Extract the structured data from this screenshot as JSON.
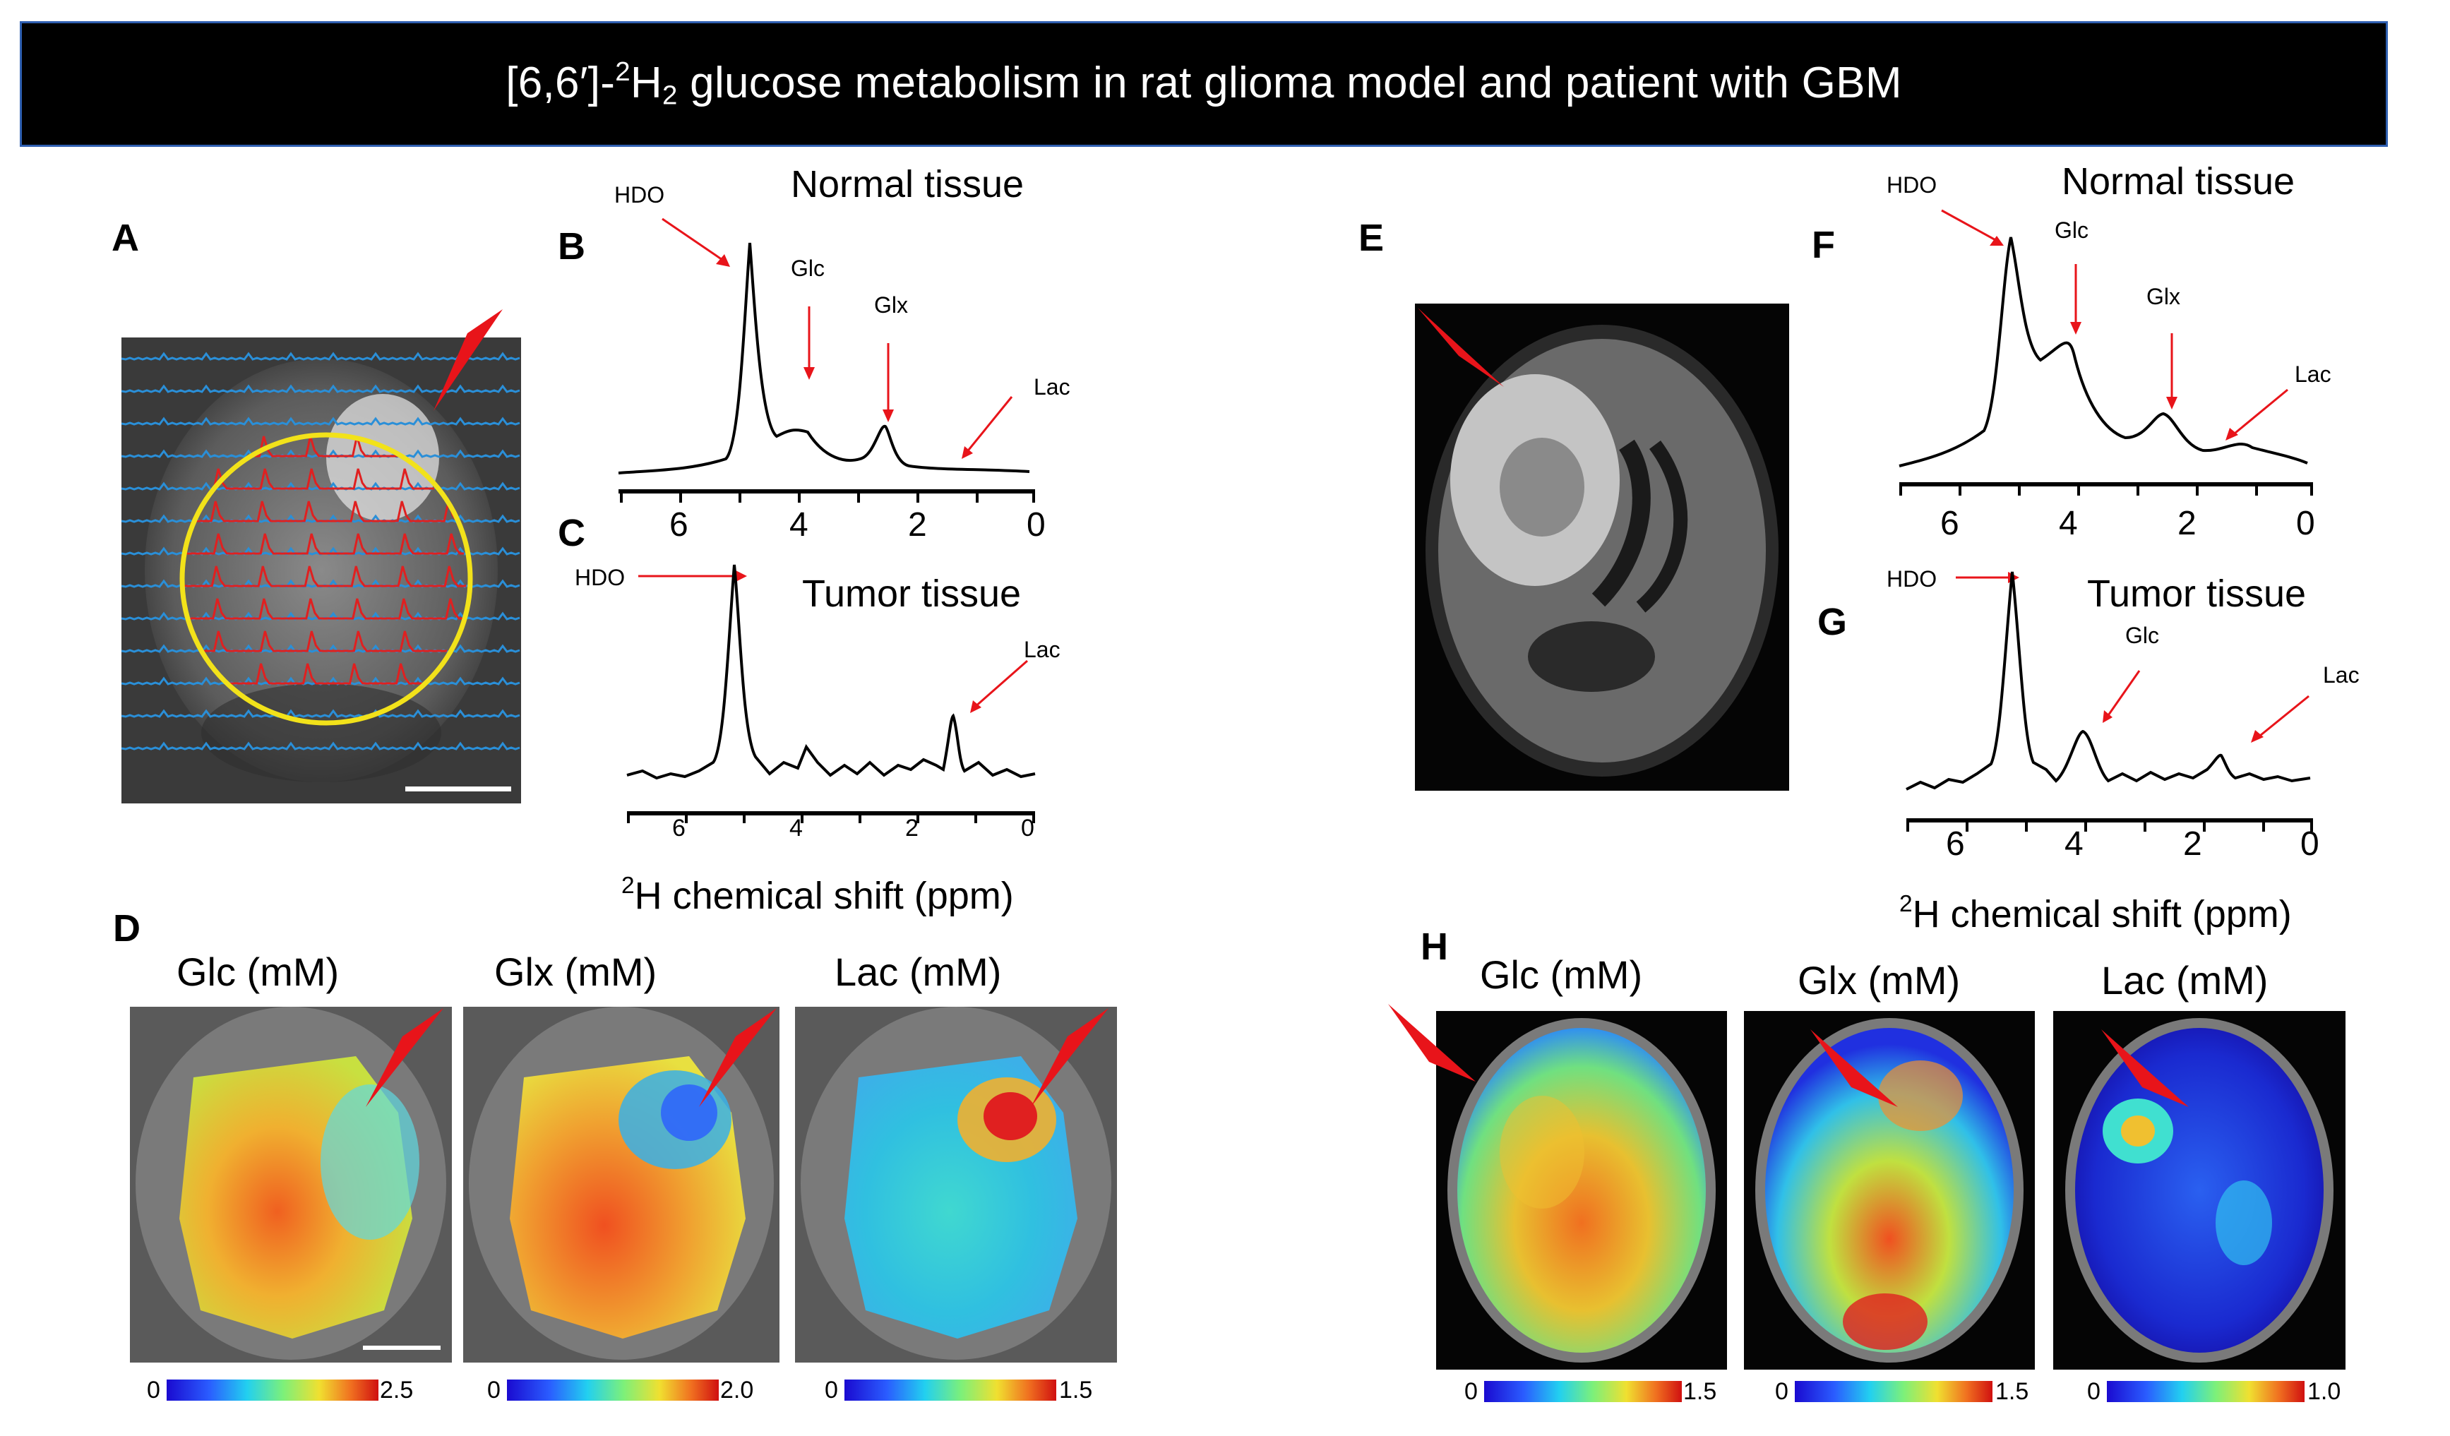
{
  "figure": {
    "title_prefix": "[6,6′]-",
    "title_isotope": "2",
    "title_h": "H",
    "title_sub": "2",
    "title_rest": " glucose metabolism in rat glioma model and patient with GBM"
  },
  "panels": {
    "A": "A",
    "B": "B",
    "C": "C",
    "D": "D",
    "E": "E",
    "F": "F",
    "G": "G",
    "H": "H"
  },
  "spectra": {
    "normal_title": "Normal tissue",
    "tumor_title": "Tumor tissue",
    "axis_label_iso": "2",
    "axis_label": "H chemical shift (ppm)",
    "ticks": [
      "6",
      "4",
      "2",
      "0"
    ],
    "peaks": {
      "hdo": "HDO",
      "glc": "Glc",
      "glx": "Glx",
      "lac": "Lac"
    }
  },
  "maps": {
    "glc": "Glc (mM)",
    "glx": "Glx (mM)",
    "lac": "Lac (mM)"
  },
  "colorbars": {
    "rat": [
      {
        "min": "0",
        "max": "2.5"
      },
      {
        "min": "0",
        "max": "2.0"
      },
      {
        "min": "0",
        "max": "1.5"
      }
    ],
    "human": [
      {
        "min": "0",
        "max": "1.5"
      },
      {
        "min": "0",
        "max": "1.5"
      },
      {
        "min": "0",
        "max": "1.0"
      }
    ]
  },
  "colors": {
    "arrow_red": "#e8141a",
    "rat_grid_red": "#e02020",
    "rat_grid_blue": "#2a8fd8",
    "roi_yellow": "#f2e21a",
    "banner_border": "#2f5fb0"
  }
}
